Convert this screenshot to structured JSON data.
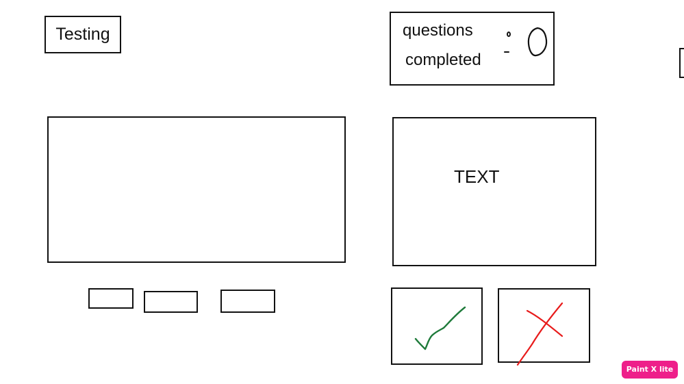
{
  "header": {
    "title": "Testing"
  },
  "progress": {
    "label_line1": "questions",
    "label_line2": "completed",
    "count": "0"
  },
  "text_panel": {
    "label": "TEXT"
  },
  "answer_buttons": {
    "correct_icon": "check-icon",
    "wrong_icon": "cross-icon"
  },
  "colors": {
    "outline": "#111111",
    "correct": "#1e7a3a",
    "wrong": "#e81b1b",
    "watermark_bg": "#ee1f8a"
  },
  "watermark": {
    "text": "Paint X lite"
  }
}
